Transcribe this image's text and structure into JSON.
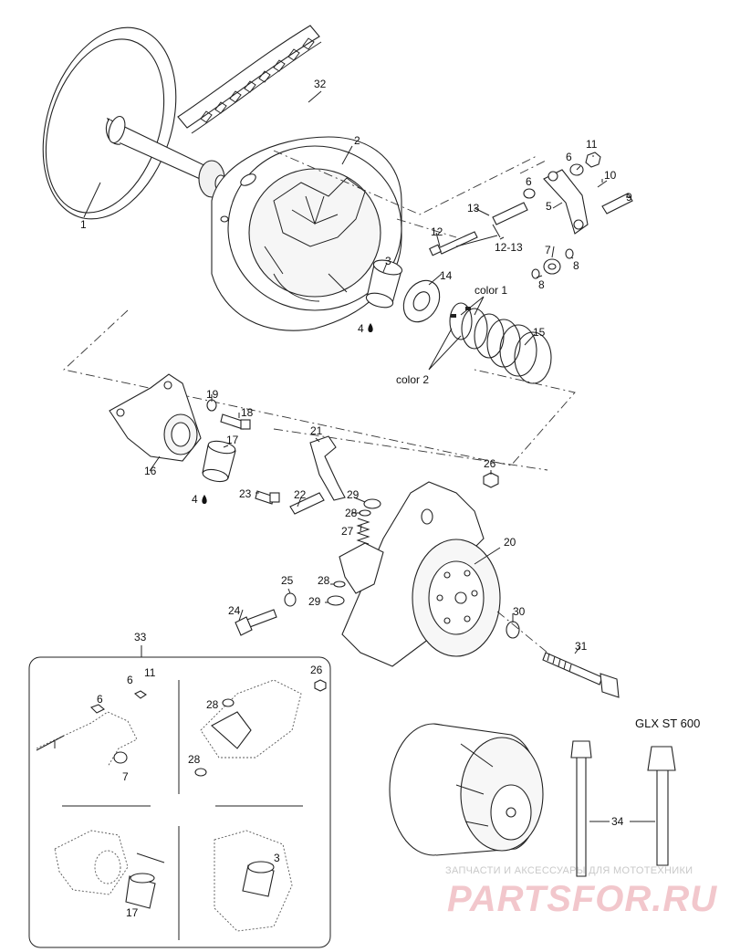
{
  "callouts": {
    "c1": "1",
    "c2": "2",
    "c3": "3",
    "c4a": "4",
    "c4b": "4",
    "c5": "5",
    "c6a": "6",
    "c6b": "6",
    "c7": "7",
    "c8a": "8",
    "c8b": "8",
    "c9": "9",
    "c10": "10",
    "c11": "11",
    "c12": "12",
    "c13": "13",
    "c1213": "12-13",
    "c14": "14",
    "c15": "15",
    "c16": "16",
    "c17": "17",
    "c18": "18",
    "c19": "19",
    "c20": "20",
    "c21": "21",
    "c22": "22",
    "c23": "23",
    "c24": "24",
    "c25": "25",
    "c26": "26",
    "c27": "27",
    "c28a": "28",
    "c28b": "28",
    "c29a": "29",
    "c29b": "29",
    "c30": "30",
    "c31": "31",
    "c32": "32",
    "c33": "33",
    "c34": "34"
  },
  "labels": {
    "color1": "color 1",
    "color2": "color 2",
    "model": "GLX ST 600"
  },
  "inset_callouts": {
    "i6a": "6",
    "i6b": "6",
    "i11": "11",
    "i7": "7",
    "i26": "26",
    "i28a": "28",
    "i28b": "28",
    "i3": "3",
    "i17": "17"
  },
  "watermark": {
    "tagline": "ЗАПЧАСТИ И АКСЕССУАРЫ ДЛЯ МОТОТЕХНИКИ",
    "brand": "PARTSFOR.RU"
  }
}
